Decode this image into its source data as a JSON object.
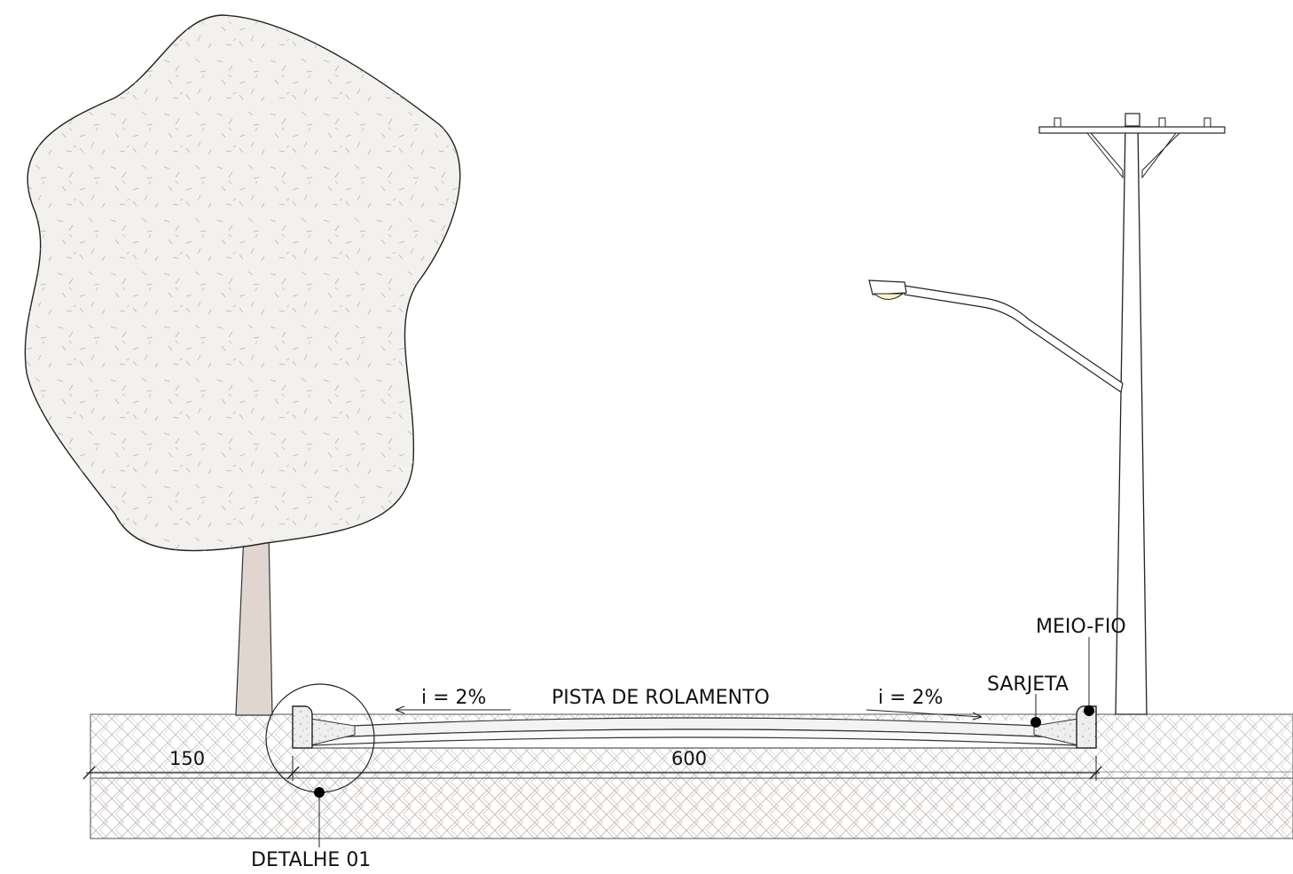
{
  "labels": {
    "meio_fio": "MEIO-FIO",
    "sarjeta": "SARJETA",
    "pista": "PISTA DE ROLAMENTO",
    "slope_left": "i = 2%",
    "slope_right": "i = 2%",
    "detalhe": "DETALHE 01"
  },
  "dimensions": {
    "sidewalk": "150",
    "roadway": "600"
  },
  "colors": {
    "tree_canopy": "#f2f1ed",
    "tree_trunk": "#e1d6cf",
    "ground_upper": "#f4f1ee",
    "ground_lower": "#e6dcd6",
    "lamp": "#fbf4c8",
    "line": "#1a1a1a"
  },
  "icons": {
    "tree": "tree-icon",
    "pole": "utility-pole-icon",
    "lamp": "street-lamp-icon"
  }
}
